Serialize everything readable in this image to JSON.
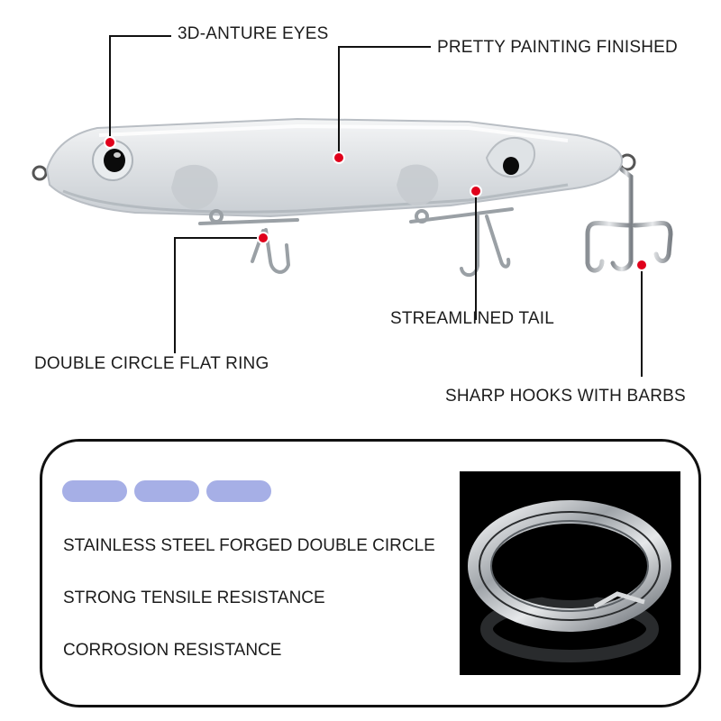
{
  "callouts": {
    "eyes": "3D-ANTURE EYES",
    "painting": "PRETTY PAINTING FINISHED",
    "tail": "STREAMLINED TAIL",
    "ring": "DOUBLE CIRCLE FLAT RING",
    "hooks": "SHARP HOOKS WITH BARBS"
  },
  "features": [
    "STAINLESS STEEL FORGED DOUBLE CIRCLE",
    "STRONG TENSILE RESISTANCE",
    "CORROSION RESISTANCE"
  ],
  "colors": {
    "dot": "#e0001b",
    "pill": "#a6afe6",
    "card_border": "#111111",
    "photo_background": "#000000"
  }
}
